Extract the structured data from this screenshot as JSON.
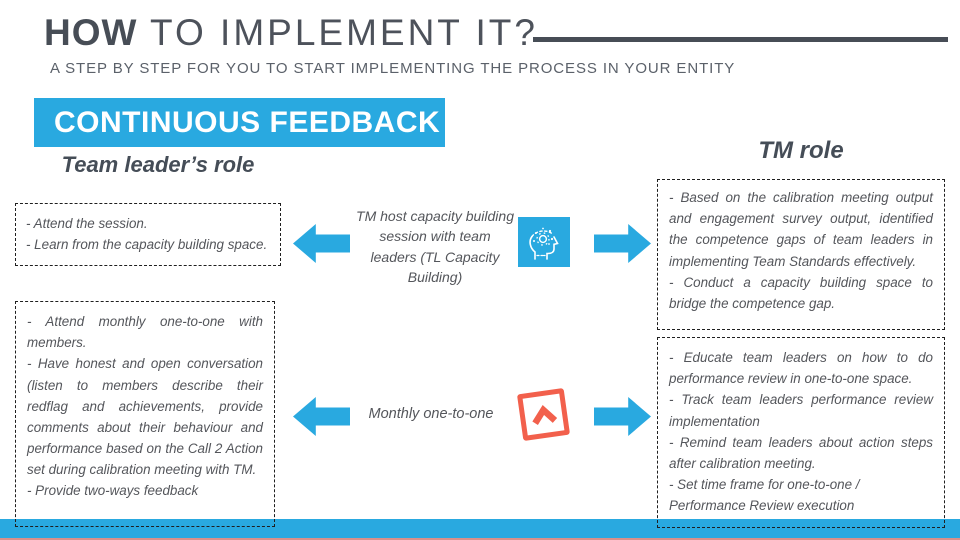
{
  "header": {
    "title_bold": "HOW",
    "title_rest": " TO IMPLEMENT IT?",
    "subtitle": "A STEP BY STEP FOR YOU TO START IMPLEMENTING THE PROCESS IN YOUR ENTITY"
  },
  "banner": {
    "label": "CONTINUOUS FEEDBACK"
  },
  "columns": {
    "left_header": "Team leader’s role",
    "right_header": "TM role"
  },
  "rows": [
    {
      "center_label": "TM host capacity building session with team leaders (TL Capacity Building)",
      "center_icon": "head-gears-icon",
      "left_box_lines": [
        "- Attend the session.",
        "- Learn from the capacity building space."
      ],
      "right_box_lines": [
        "- Based on the calibration meeting output and engagement survey output, identified the competence gaps of team leaders in implementing Team Standards effectively.",
        "- Conduct a capacity building space to bridge the competence gap."
      ]
    },
    {
      "center_label": "Monthly one-to-one",
      "center_icon": "chevron-up-box-icon",
      "left_box_lines": [
        "- Attend monthly one-to-one with members.",
        "- Have honest and open conversation (listen to members describe their redflag and achievements, provide comments about their behaviour and performance based on the Call 2 Action set during calibration meeting with TM.",
        "- Provide two-ways feedback"
      ],
      "right_box_lines": [
        "- Educate team leaders on how to do performance review in one-to-one space.",
        "- Track team leaders performance review implementation",
        "- Remind team leaders about action steps after calibration meeting.",
        "- Set time frame for one-to-one /",
        "Performance Review  execution"
      ]
    }
  ],
  "colors": {
    "accent_blue": "#29a9e0",
    "dark_slate": "#474d56",
    "body_text": "#54565b",
    "icon_orange": "#f2604c",
    "bottom_line_salmon": "#d9908a"
  }
}
